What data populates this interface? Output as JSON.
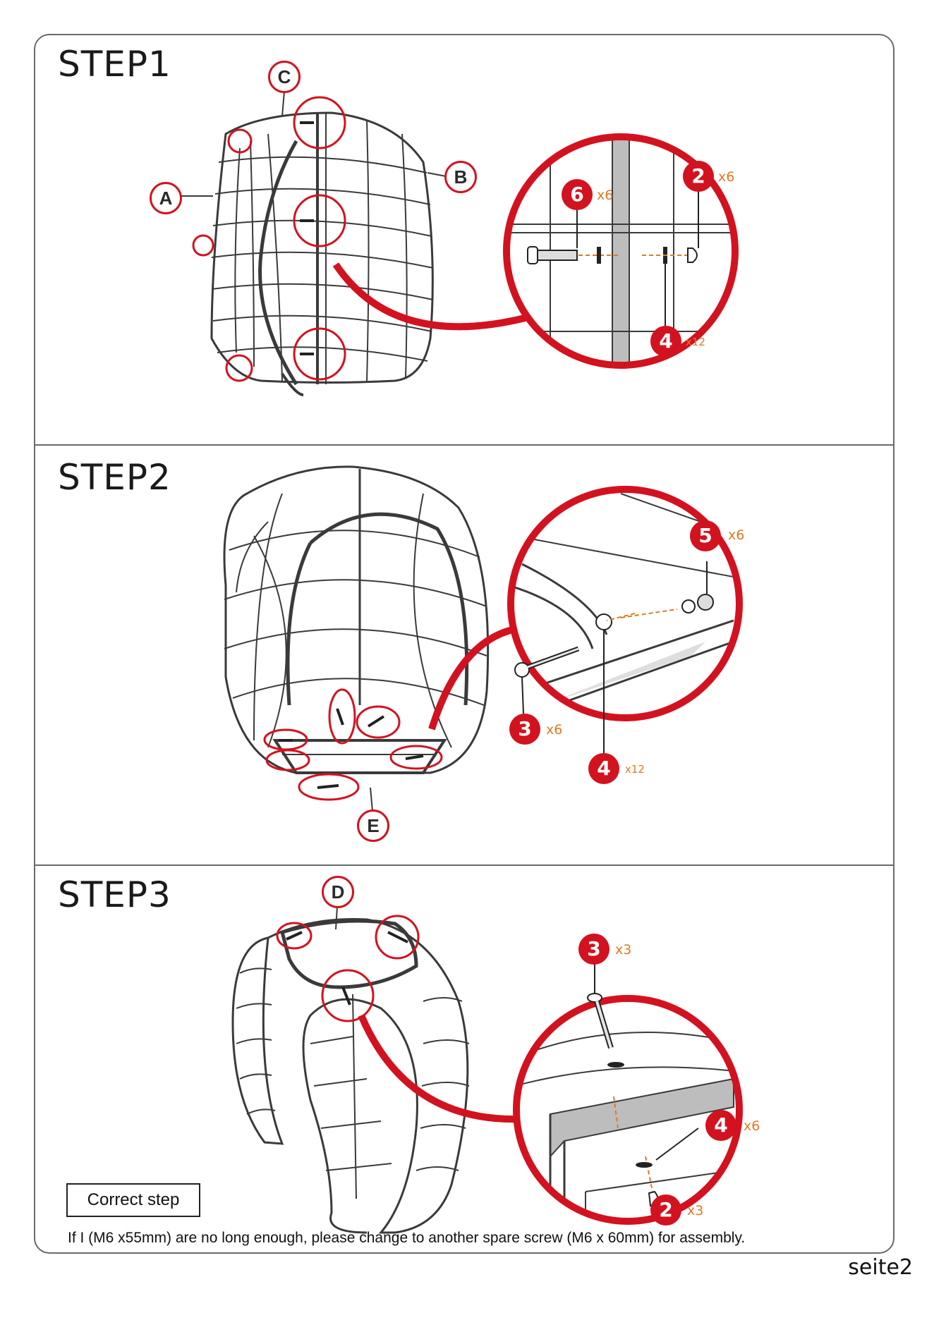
{
  "steps": [
    {
      "title": "STEP1",
      "part_labels": [
        "A",
        "B",
        "C"
      ],
      "callouts": [
        {
          "number": "6",
          "qty": "x6"
        },
        {
          "number": "2",
          "qty": "x6"
        },
        {
          "number": "4",
          "qty": "x12"
        }
      ]
    },
    {
      "title": "STEP2",
      "part_labels": [
        "E"
      ],
      "callouts": [
        {
          "number": "5",
          "qty": "x6"
        },
        {
          "number": "3",
          "qty": "x6"
        },
        {
          "number": "4",
          "qty": "x12"
        }
      ]
    },
    {
      "title": "STEP3",
      "part_labels": [
        "D"
      ],
      "callouts": [
        {
          "number": "3",
          "qty": "x3"
        },
        {
          "number": "4",
          "qty": "x6"
        },
        {
          "number": "2",
          "qty": "x3"
        }
      ]
    }
  ],
  "correct_step_label": "Correct step",
  "note": "If I (M6 x55mm) are no long enough, please change to another spare screw (M6 x 60mm) for assembly.",
  "page_label": "seite2",
  "colors": {
    "accent": "#d3121f",
    "qty": "#e07a22",
    "line": "#3a3a3a"
  }
}
